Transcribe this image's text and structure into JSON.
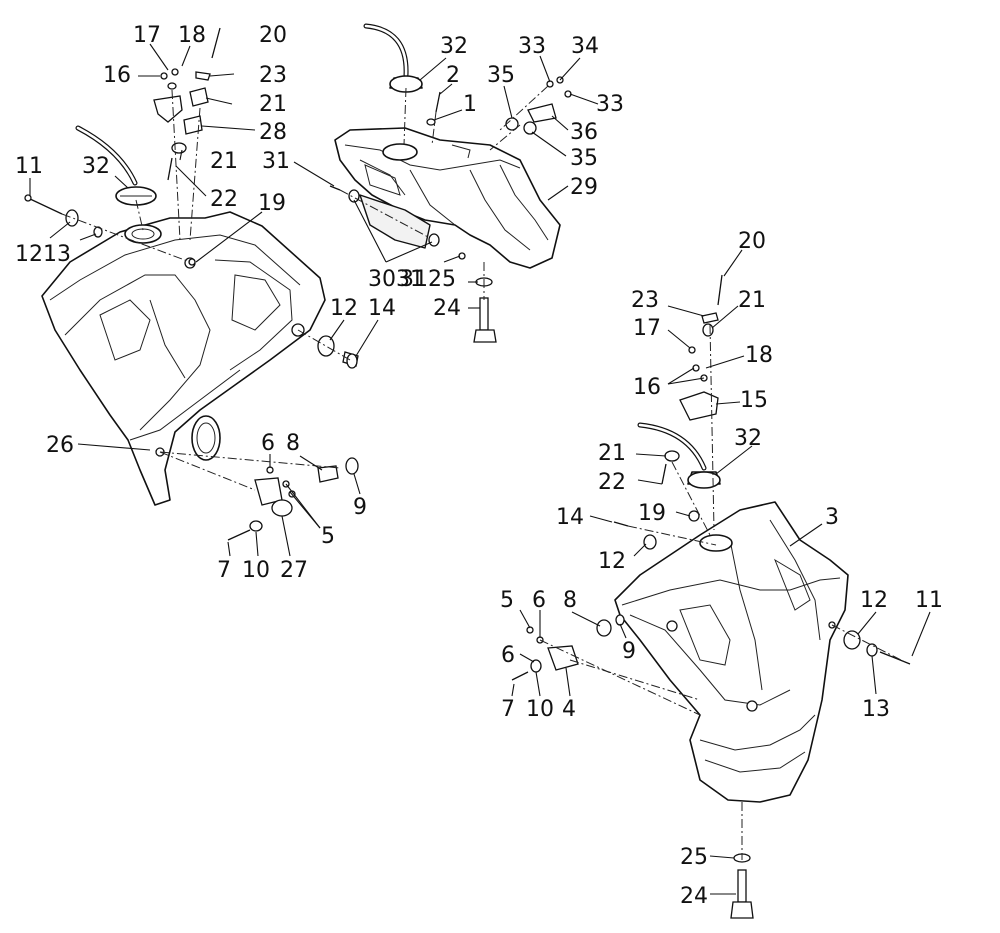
{
  "callouts": {
    "c1": "1",
    "c2": "2",
    "c3": "3",
    "c4": "4",
    "c5": "5",
    "c6": "6",
    "c7": "7",
    "c8": "8",
    "c9": "9",
    "c10": "10",
    "c11": "11",
    "c12": "12",
    "c13": "13",
    "c14": "14",
    "c15": "15",
    "c16": "16",
    "c17": "17",
    "c18": "18",
    "c19": "19",
    "c20": "20",
    "c21": "21",
    "c22": "22",
    "c23": "23",
    "c24": "24",
    "c25": "25",
    "c26": "26",
    "c27": "27",
    "c28": "28",
    "c29": "29",
    "c30": "30",
    "c31": "31",
    "c32": "32",
    "c33": "33",
    "c34": "34",
    "c35": "35",
    "c36": "36",
    "c1213": "1213",
    "c3031": "3031",
    "c3125": "3125"
  }
}
